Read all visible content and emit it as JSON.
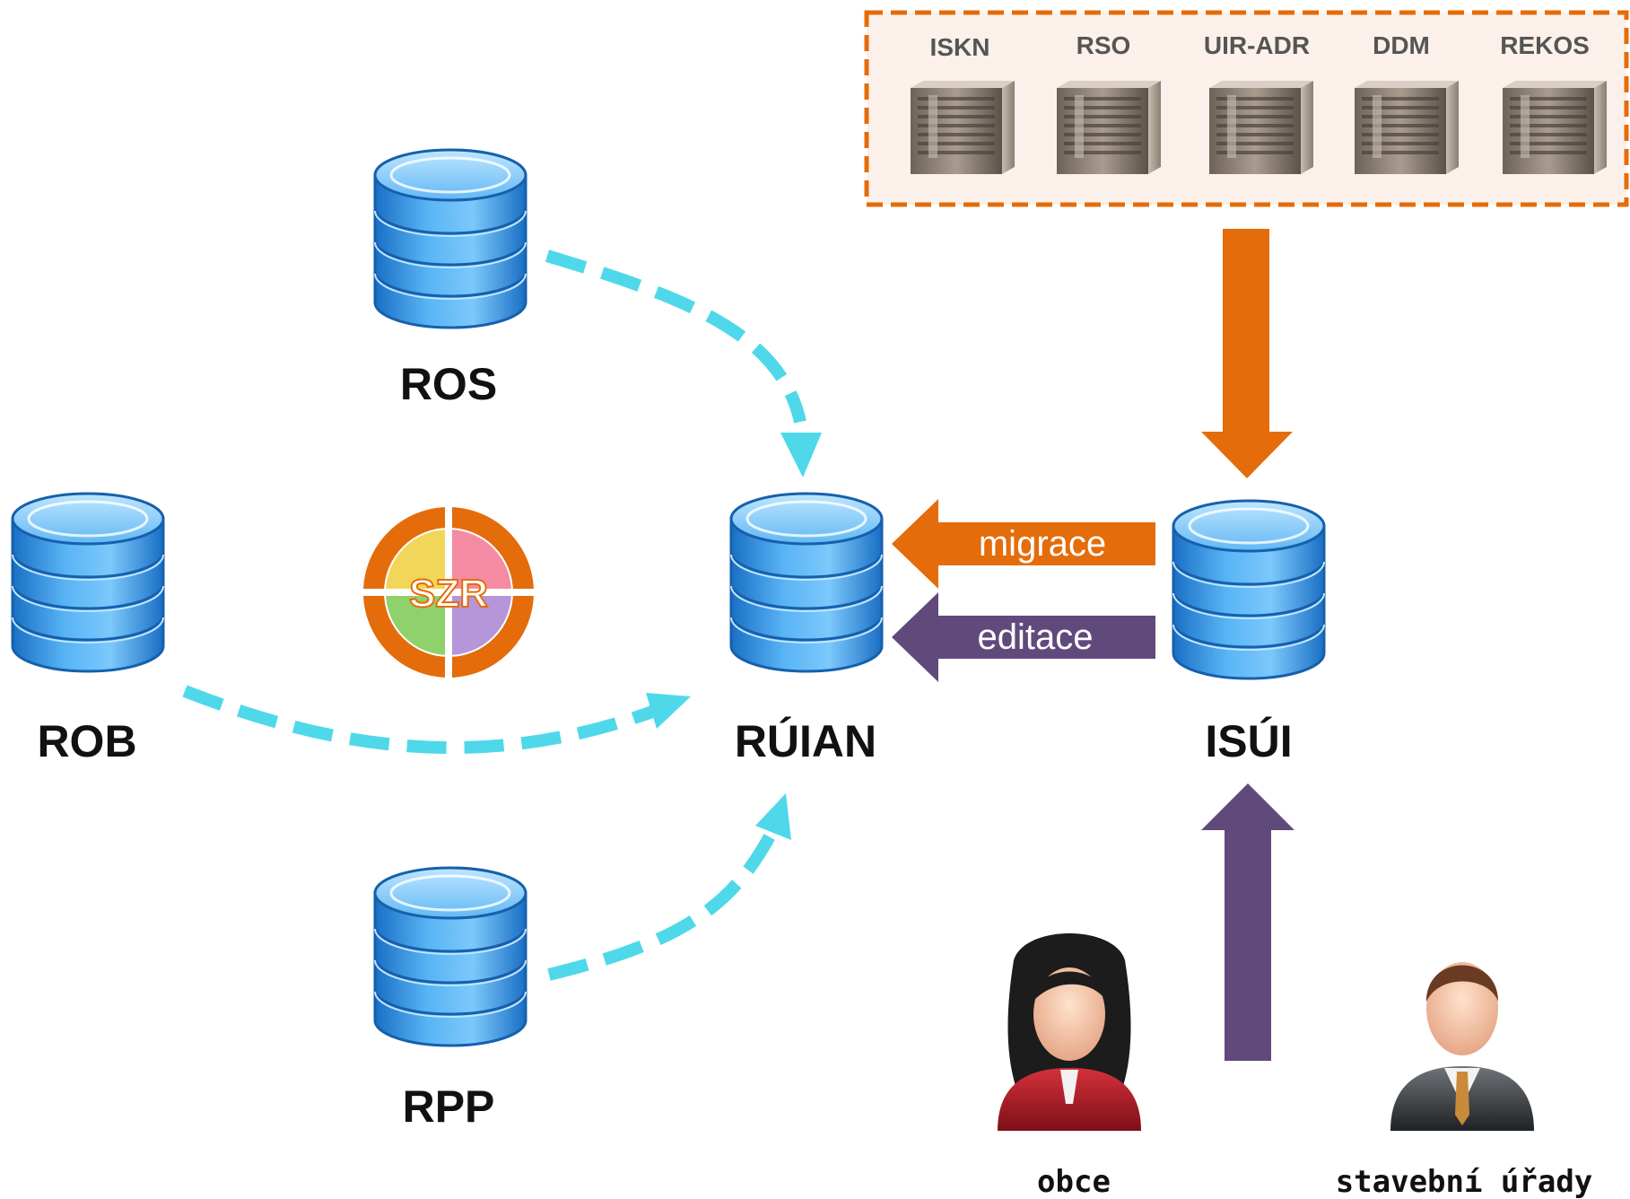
{
  "databases": {
    "ros": "ROS",
    "rob": "ROB",
    "rpp": "RPP",
    "ruian": "RÚIAN",
    "isui": "ISÚI"
  },
  "szr_logo": "SZR",
  "source_systems": [
    "ISKN",
    "RSO",
    "UIR-ADR",
    "DDM",
    "REKOS"
  ],
  "arrows": {
    "migrace": "migrace",
    "editace": "editace"
  },
  "actors": {
    "obce": "obce",
    "stavebni_urady": "stavební úřady"
  },
  "colors": {
    "database_blue": "#4aa6ec",
    "dashed_arrow": "#4fd8ea",
    "orange": "#e46c0a",
    "purple": "#604a7b",
    "dashed_box": "#e46c0a",
    "box_fill": "#fcf1ea"
  }
}
